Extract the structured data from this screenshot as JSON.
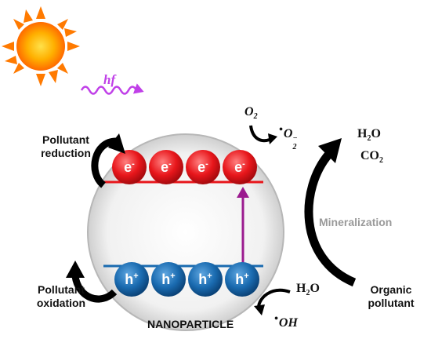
{
  "photon_label": "hf",
  "pollutant_reduction": [
    "Pollutant",
    "reduction"
  ],
  "pollutant_oxidation": [
    "Pollutant",
    "oxidation"
  ],
  "nanoparticle_label": "NANOPARTICLE",
  "oxygen": {
    "base": "O",
    "sub": "2"
  },
  "superoxide": {
    "base": "O",
    "sub": "2",
    "sup": "−"
  },
  "water_top": {
    "base": "H",
    "sub": "2",
    "rest": "O"
  },
  "co2": {
    "base": "CO",
    "sub": "2"
  },
  "mineralization_label": "Mineralization",
  "organic_pollutant": [
    "Organic",
    "pollutant"
  ],
  "water_bottom": {
    "base": "H",
    "sub": "2",
    "rest": "O"
  },
  "hydroxyl": "OH",
  "electron": {
    "base": "e",
    "sup": "-"
  },
  "hole": {
    "base": "h",
    "sup": "+"
  },
  "colors": {
    "electron": "#e8161b",
    "hole": "#1a6bb0",
    "transition": "#9b1b8f",
    "photon": "#c040e8",
    "sun_core": "#ff8a00",
    "mineralization_text": "#9a9a9a"
  }
}
